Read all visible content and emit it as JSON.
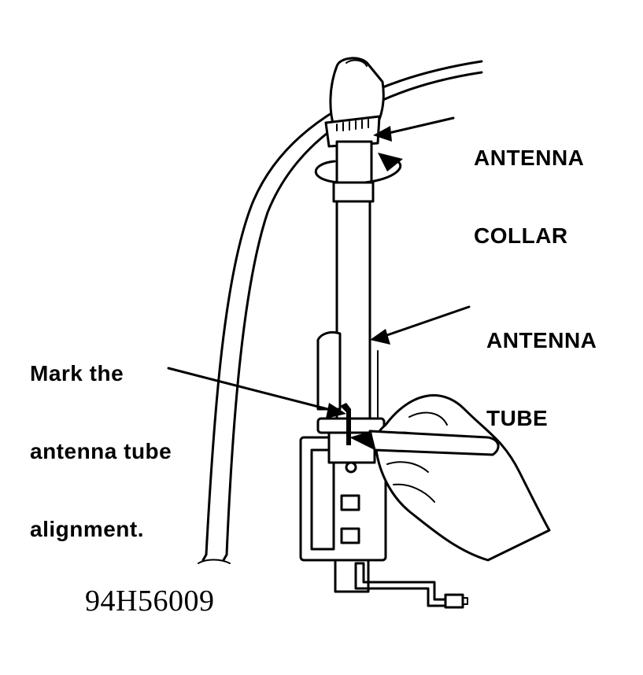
{
  "labels": {
    "collar_line1": "ANTENNA",
    "collar_line2": "COLLAR",
    "tube_line1": "ANTENNA",
    "tube_line2": "TUBE",
    "mark_line1": "Mark the",
    "mark_line2": "antenna tube",
    "mark_line3": "alignment.",
    "figure_code": "94H56009"
  }
}
